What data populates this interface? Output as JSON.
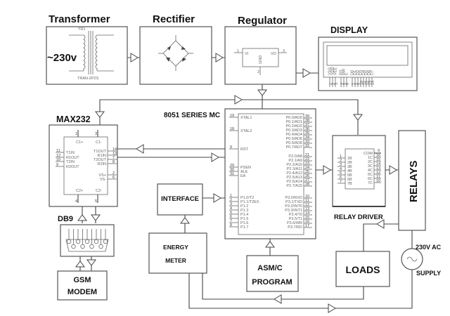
{
  "title": "GSM based energy meter / load control block diagram",
  "blocks": {
    "transformer": {
      "title": "Transformer",
      "input": "~230v",
      "ref": "TR1",
      "part": "TRAN-2P2S"
    },
    "rectifier": {
      "title": "Rectifier"
    },
    "regulator": {
      "title": "Regulator",
      "pins": {
        "vi": "VI",
        "vo": "VO",
        "gnd": "GND",
        "p1": "1",
        "p2": "2",
        "p3": "3"
      }
    },
    "display": {
      "title": "DISPLAY",
      "pin_labels": [
        "VSS",
        "VDD",
        "VEE",
        "RS",
        "RW",
        "E",
        "D0",
        "D1",
        "D2",
        "D3",
        "D4",
        "D5",
        "D6",
        "D7"
      ],
      "pin_numbers": [
        "1",
        "2",
        "3",
        "4",
        "5",
        "6",
        "7",
        "8",
        "9",
        "10",
        "11",
        "12",
        "13",
        "14"
      ]
    },
    "max232": {
      "title": "MAX232",
      "top_pins": [
        {
          "num": "1",
          "label": "C1+"
        },
        {
          "num": "3",
          "label": "C1-"
        }
      ],
      "bottom_pins": [
        {
          "num": "4",
          "label": "C2+"
        },
        {
          "num": "5",
          "label": "C2-"
        }
      ],
      "left_pins": [
        {
          "num": "11",
          "label": "T1IN"
        },
        {
          "num": "12",
          "label": "R1OUT"
        },
        {
          "num": "10",
          "label": "T2IN"
        },
        {
          "num": "9",
          "label": "R2OUT"
        }
      ],
      "right_pins": [
        {
          "num": "14",
          "label": "T1OUT"
        },
        {
          "num": "13",
          "label": "R1IN"
        },
        {
          "num": "7",
          "label": "T2OUT"
        },
        {
          "num": "8",
          "label": "R2IN"
        },
        {
          "num": "2",
          "label": "VS+"
        },
        {
          "num": "6",
          "label": "VS-"
        }
      ]
    },
    "mcu": {
      "title": "8051 SERIES MC",
      "left_pins": [
        {
          "num": "19",
          "label": "XTAL1"
        },
        {
          "num": "18",
          "label": "XTAL2"
        },
        {
          "num": "9",
          "label": "RST"
        },
        {
          "num": "29",
          "label": "PSEN"
        },
        {
          "num": "30",
          "label": "ALE"
        },
        {
          "num": "31",
          "label": "EA"
        },
        {
          "num": "1",
          "label": "P1.0/T2"
        },
        {
          "num": "2",
          "label": "P1.1/T2EX"
        },
        {
          "num": "3",
          "label": "P1.2"
        },
        {
          "num": "4",
          "label": "P1.3"
        },
        {
          "num": "5",
          "label": "P1.4"
        },
        {
          "num": "6",
          "label": "P1.5"
        },
        {
          "num": "7",
          "label": "P1.6"
        },
        {
          "num": "8",
          "label": "P1.7"
        }
      ],
      "right_pins": [
        {
          "num": "39",
          "label": "P0.0/AD0"
        },
        {
          "num": "38",
          "label": "P0.1/AD1"
        },
        {
          "num": "37",
          "label": "P0.2/AD2"
        },
        {
          "num": "36",
          "label": "P0.3/AD3"
        },
        {
          "num": "35",
          "label": "P0.4/AD4"
        },
        {
          "num": "34",
          "label": "P0.5/AD5"
        },
        {
          "num": "33",
          "label": "P0.6/AD6"
        },
        {
          "num": "32",
          "label": "P0.7/AD7"
        },
        {
          "num": "21",
          "label": "P2.0/A8"
        },
        {
          "num": "22",
          "label": "P2.1/A9"
        },
        {
          "num": "23",
          "label": "P2.2/A10"
        },
        {
          "num": "24",
          "label": "P2.3/A11"
        },
        {
          "num": "25",
          "label": "P2.4/A12"
        },
        {
          "num": "26",
          "label": "P2.5/A13"
        },
        {
          "num": "27",
          "label": "P2.6/A14"
        },
        {
          "num": "28",
          "label": "P2.7/A15"
        },
        {
          "num": "10",
          "label": "P3.0/RXD"
        },
        {
          "num": "11",
          "label": "P3.1/TXD"
        },
        {
          "num": "12",
          "label": "P3.2/INT0"
        },
        {
          "num": "13",
          "label": "P3.3/INT1"
        },
        {
          "num": "14",
          "label": "P3.4/T0"
        },
        {
          "num": "15",
          "label": "P3.5/T1"
        },
        {
          "num": "16",
          "label": "P3.6/WR"
        },
        {
          "num": "17",
          "label": "P3.7/RD"
        }
      ]
    },
    "relay_driver": {
      "title": "RELAY DRIVER",
      "com_label": "COM",
      "com_num": "9",
      "left_pins": [
        {
          "num": "1",
          "label": "1B"
        },
        {
          "num": "2",
          "label": "2B"
        },
        {
          "num": "3",
          "label": "3B"
        },
        {
          "num": "4",
          "label": "4B"
        },
        {
          "num": "5",
          "label": "5B"
        },
        {
          "num": "6",
          "label": "6B"
        },
        {
          "num": "7",
          "label": "7B"
        }
      ],
      "right_pins": [
        {
          "num": "16",
          "label": "1C"
        },
        {
          "num": "15",
          "label": "2C"
        },
        {
          "num": "14",
          "label": "3C"
        },
        {
          "num": "13",
          "label": "4C"
        },
        {
          "num": "12",
          "label": "5C"
        },
        {
          "num": "11",
          "label": "6C"
        },
        {
          "num": "10",
          "label": "7C"
        }
      ]
    },
    "relays": {
      "title": "RELAYS"
    },
    "interface": {
      "title": "INTERFACE"
    },
    "db9": {
      "title": "DB9"
    },
    "gsm": {
      "line1": "GSM",
      "line2": "MODEM"
    },
    "energy_meter": {
      "line1": "ENERGY",
      "line2": "METER"
    },
    "program": {
      "line1": "ASM/C",
      "line2": "PROGRAM"
    },
    "loads": {
      "title": "LOADS"
    },
    "supply": {
      "line1": "230V AC",
      "line2": "SUPPLY"
    }
  }
}
